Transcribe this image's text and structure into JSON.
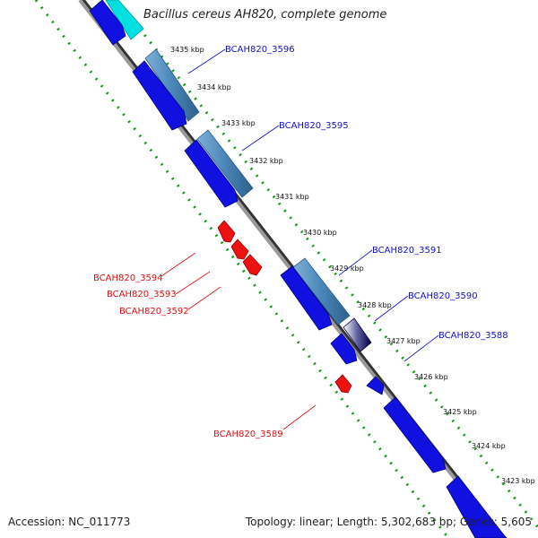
{
  "title": "Bacillus cereus AH820, complete genome",
  "footer": {
    "accession": "Accession: NC_011773",
    "summary": "Topology: linear; Length: 5,302,683 bp; Genes: 5,605"
  },
  "scale_labels": [
    "3435 kbp",
    "3434 kbp",
    "3433 kbp",
    "3432 kbp",
    "3431 kbp",
    "3430 kbp",
    "3429 kbp",
    "3428 kbp",
    "3427 kbp",
    "3426 kbp",
    "3425 kbp",
    "3424 kbp",
    "3423 kbp"
  ],
  "gene_labels_forward": [
    "BCAH820_3596",
    "BCAH820_3595",
    "BCAH820_3591",
    "BCAH820_3590",
    "BCAH820_3588"
  ],
  "gene_labels_reverse": [
    "BCAH820_3594",
    "BCAH820_3593",
    "BCAH820_3592",
    "BCAH820_3589"
  ],
  "colors": {
    "forward_gene": "#1010e0",
    "reverse_gene": "#ee1111",
    "track_highlight": "#4a86b8",
    "top_highlight": "#00e0e0",
    "backbone": "#888888",
    "dotted_track": "#119911"
  }
}
